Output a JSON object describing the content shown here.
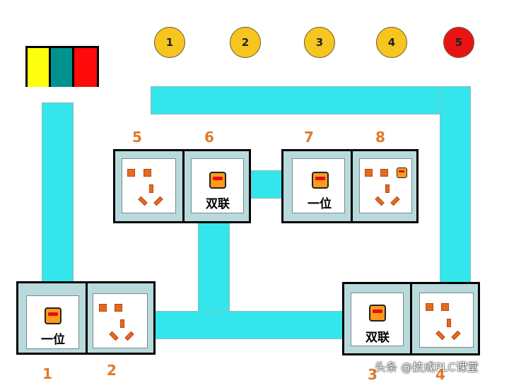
{
  "indicator_lights": [
    {
      "label": "1",
      "color": "#f7c520"
    },
    {
      "label": "2",
      "color": "#f7c520"
    },
    {
      "label": "3",
      "color": "#f7c520"
    },
    {
      "label": "4",
      "color": "#f7c520"
    },
    {
      "label": "5",
      "color": "#e81414"
    }
  ],
  "color_legend": [
    "#ffff10",
    "#00928f",
    "#ff0a0a"
  ],
  "top_numbers": [
    "5",
    "6",
    "7",
    "8"
  ],
  "bottom_numbers": [
    "1",
    "2",
    "3",
    "4"
  ],
  "captions": {
    "double_switch_top": "双联",
    "single_switch_top": "一位",
    "single_switch_bottom": "一位",
    "double_switch_bottom": "双联"
  },
  "colors": {
    "duct": "#33e6ec",
    "panel": "#b8dadc",
    "number": "#e07a2a",
    "switch": "#ff9a1a"
  },
  "watermark": "头条 @技成PLC课堂"
}
